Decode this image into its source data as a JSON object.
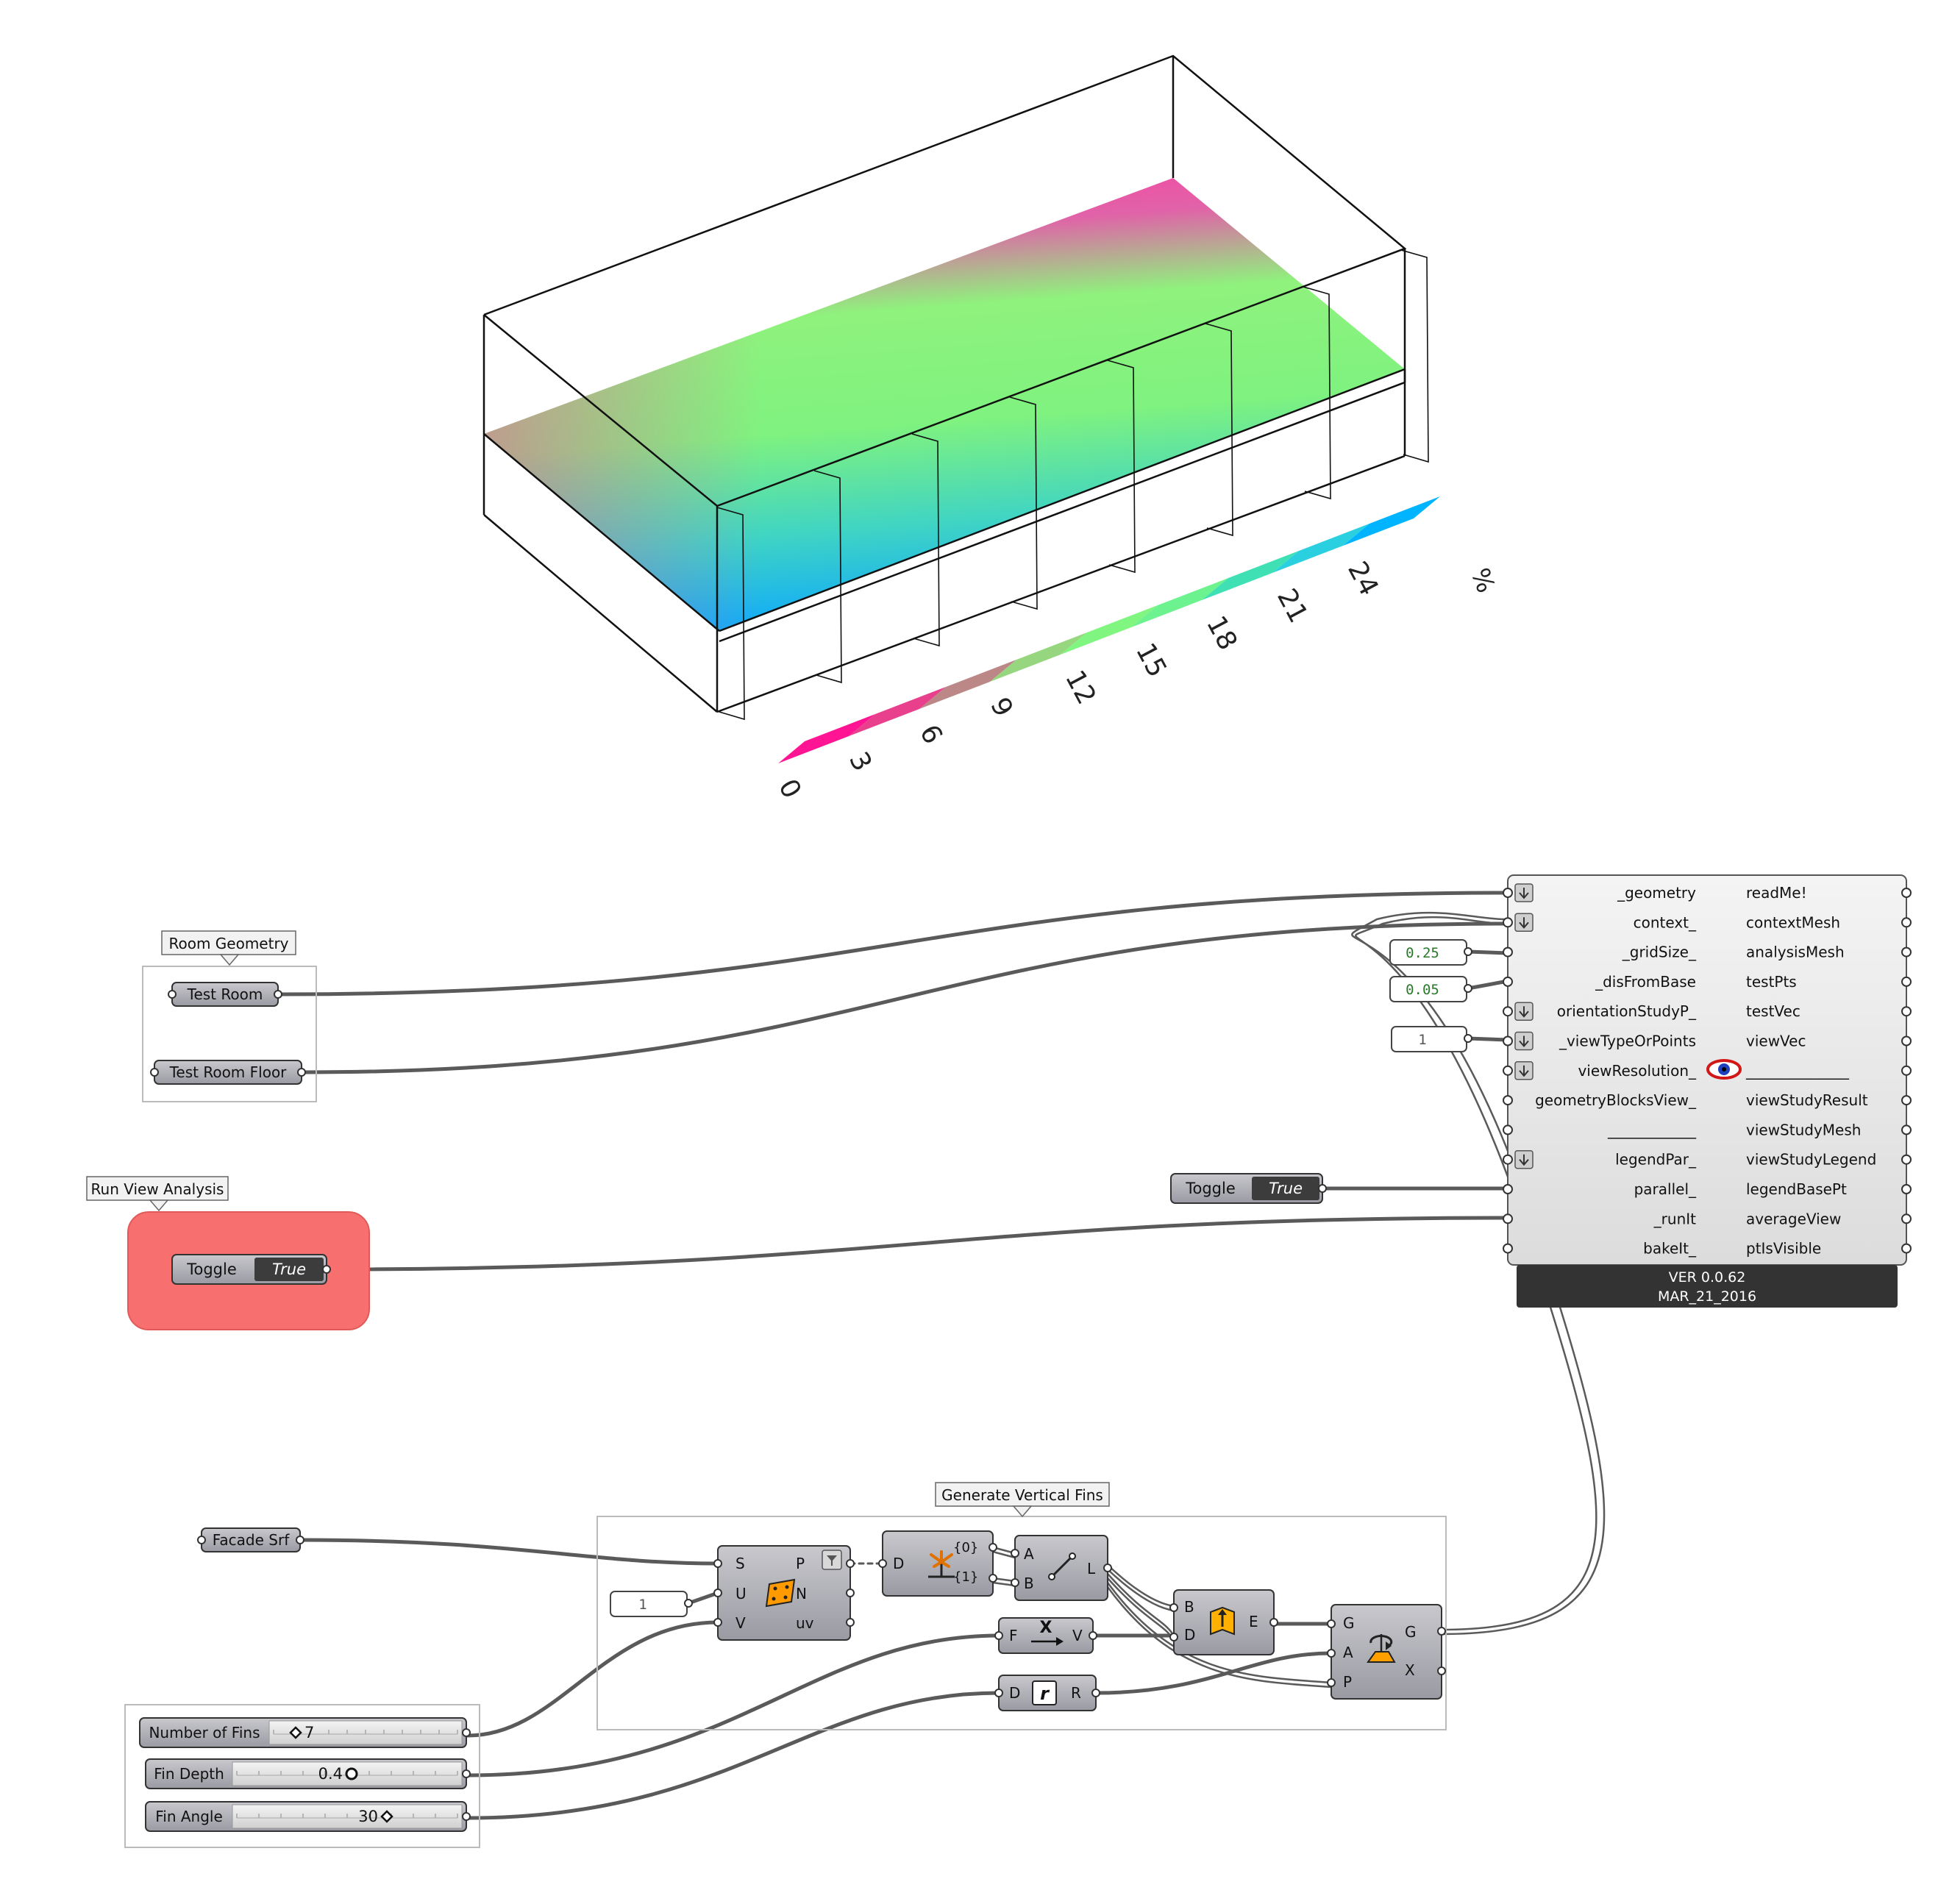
{
  "legend": {
    "unit": "%",
    "ticks": [
      "0",
      "3",
      "6",
      "9",
      "12",
      "15",
      "18",
      "21",
      "24"
    ],
    "colors": [
      "#ff1493",
      "#e8408c",
      "#bc8787",
      "#96d67f",
      "#80f57f",
      "#6cf28f",
      "#3ee0b4",
      "#2bd0e0",
      "#00b4ff"
    ]
  },
  "groups": {
    "room_geometry": "Room Geometry",
    "run_view_analysis": "Run View Analysis",
    "generate_vertical_fins": "Generate Vertical Fins"
  },
  "params": {
    "test_room": "Test Room",
    "test_room_floor": "Test Room Floor",
    "facade_srf": "Facade Srf"
  },
  "toggles": {
    "run": {
      "label": "Toggle",
      "value": "True"
    },
    "parallel": {
      "label": "Toggle",
      "value": "True"
    }
  },
  "panels": {
    "grid_size": "0.25",
    "dis_from_base": "0.05",
    "view_type": "1",
    "divide_count": "1"
  },
  "main_component": {
    "inputs": [
      "_geometry",
      "context_",
      "_gridSize_",
      "_disFromBase",
      "orientationStudyP_",
      "_viewTypeOrPoints",
      "viewResolution_",
      "geometryBlocksView_",
      "____________",
      "legendPar_",
      "parallel_",
      "_runIt",
      "bakeIt_"
    ],
    "outputs": [
      "readMe!",
      "contextMesh",
      "analysisMesh",
      "testPts",
      "testVec",
      "viewVec",
      "______________",
      "viewStudyResult",
      "viewStudyMesh",
      "viewStudyLegend",
      "legendBasePt",
      "averageView",
      "ptIsVisible"
    ],
    "version": "VER 0.0.62",
    "date": "MAR_21_2016"
  },
  "divide_surface": {
    "in": [
      "S",
      "U",
      "V"
    ],
    "out": [
      "P",
      "N",
      "uv"
    ]
  },
  "explode_tree": {
    "in": "D",
    "out": [
      "{0}",
      "{1}"
    ]
  },
  "line": {
    "in": [
      "A",
      "B"
    ],
    "out": "L"
  },
  "extrude": {
    "in": [
      "B",
      "D"
    ],
    "out": "E"
  },
  "unit_x": {
    "in": "F",
    "out": "V"
  },
  "radians": {
    "in": "D",
    "out": "R"
  },
  "rotate": {
    "in": [
      "G",
      "A",
      "P"
    ],
    "out": [
      "G",
      "X"
    ]
  },
  "sliders": {
    "number_of_fins": {
      "label": "Number of Fins",
      "value": "7",
      "fraction": 0.12
    },
    "fin_depth": {
      "label": "Fin Depth",
      "value": "0.4",
      "fraction": 0.52
    },
    "fin_angle": {
      "label": "Fin Angle",
      "value": "30",
      "fraction": 0.68
    }
  }
}
